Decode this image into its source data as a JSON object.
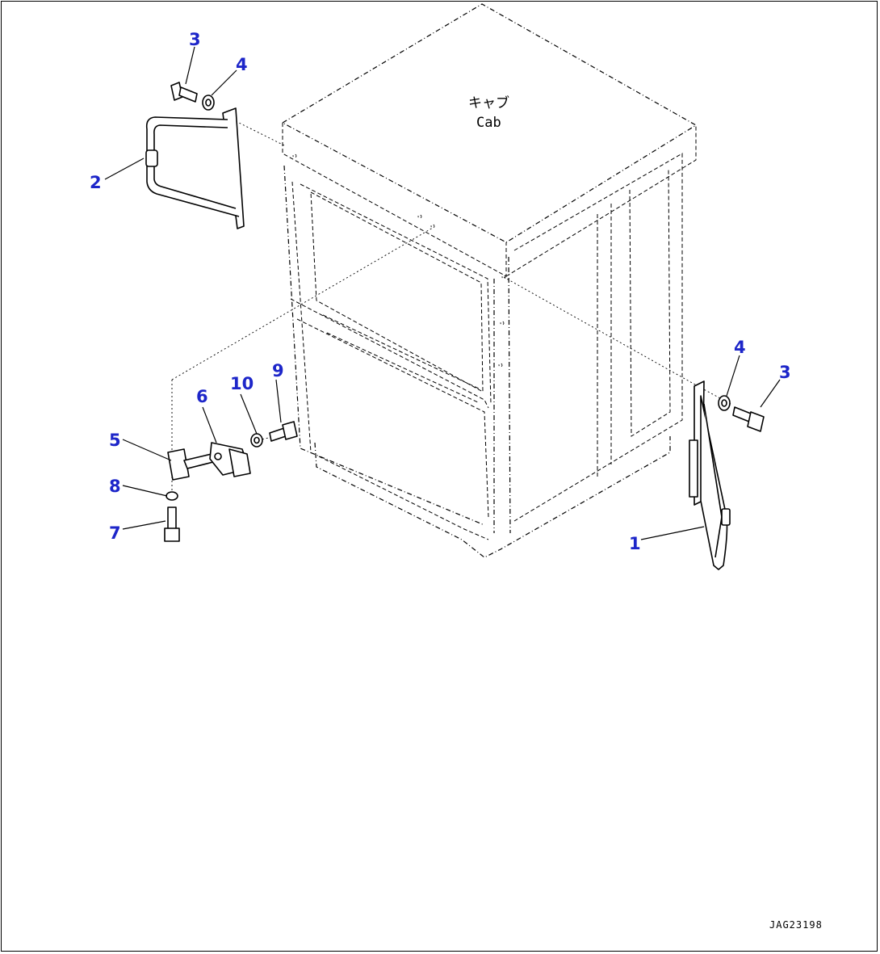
{
  "diagram": {
    "cab_label_jp": "キャブ",
    "cab_label_en": "Cab",
    "drawing_code": "JAG23198",
    "callouts": [
      {
        "id": "c3a",
        "text": "3"
      },
      {
        "id": "c4a",
        "text": "4"
      },
      {
        "id": "c2",
        "text": "2"
      },
      {
        "id": "c4b",
        "text": "4"
      },
      {
        "id": "c3b",
        "text": "3"
      },
      {
        "id": "c10",
        "text": "10"
      },
      {
        "id": "c9",
        "text": "9"
      },
      {
        "id": "c6",
        "text": "6"
      },
      {
        "id": "c5",
        "text": "5"
      },
      {
        "id": "c8",
        "text": "8"
      },
      {
        "id": "c7",
        "text": "7"
      },
      {
        "id": "c1",
        "text": "1"
      }
    ]
  }
}
